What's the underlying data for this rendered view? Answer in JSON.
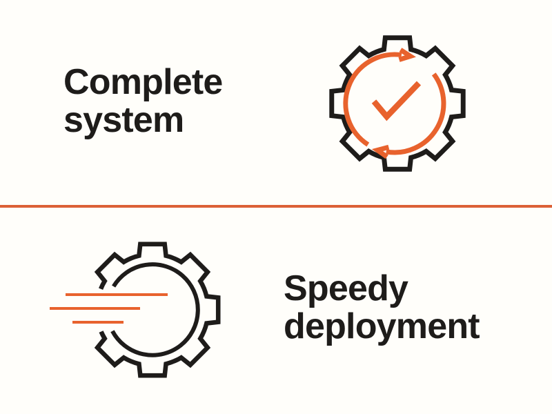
{
  "colors": {
    "accent_orange": "#E8622D",
    "ink_black": "#1E1C1A",
    "divider_orange": "#DC6137",
    "background": "#FFFEFA"
  },
  "sections": [
    {
      "id": "complete-system",
      "heading_lines": [
        "Complete",
        "system"
      ],
      "icon": "gear-sync-check-icon",
      "icon_description": "black gear outline containing orange clockwise circular arrows and an orange checkmark"
    },
    {
      "id": "speedy-deployment",
      "heading_lines": [
        "Speedy",
        "deployment"
      ],
      "icon": "gear-speed-lines-icon",
      "icon_description": "black gear outline open on the left with three orange horizontal speed lines"
    }
  ],
  "divider": {
    "style": "horizontal orange rule",
    "color": "#DC6137"
  }
}
